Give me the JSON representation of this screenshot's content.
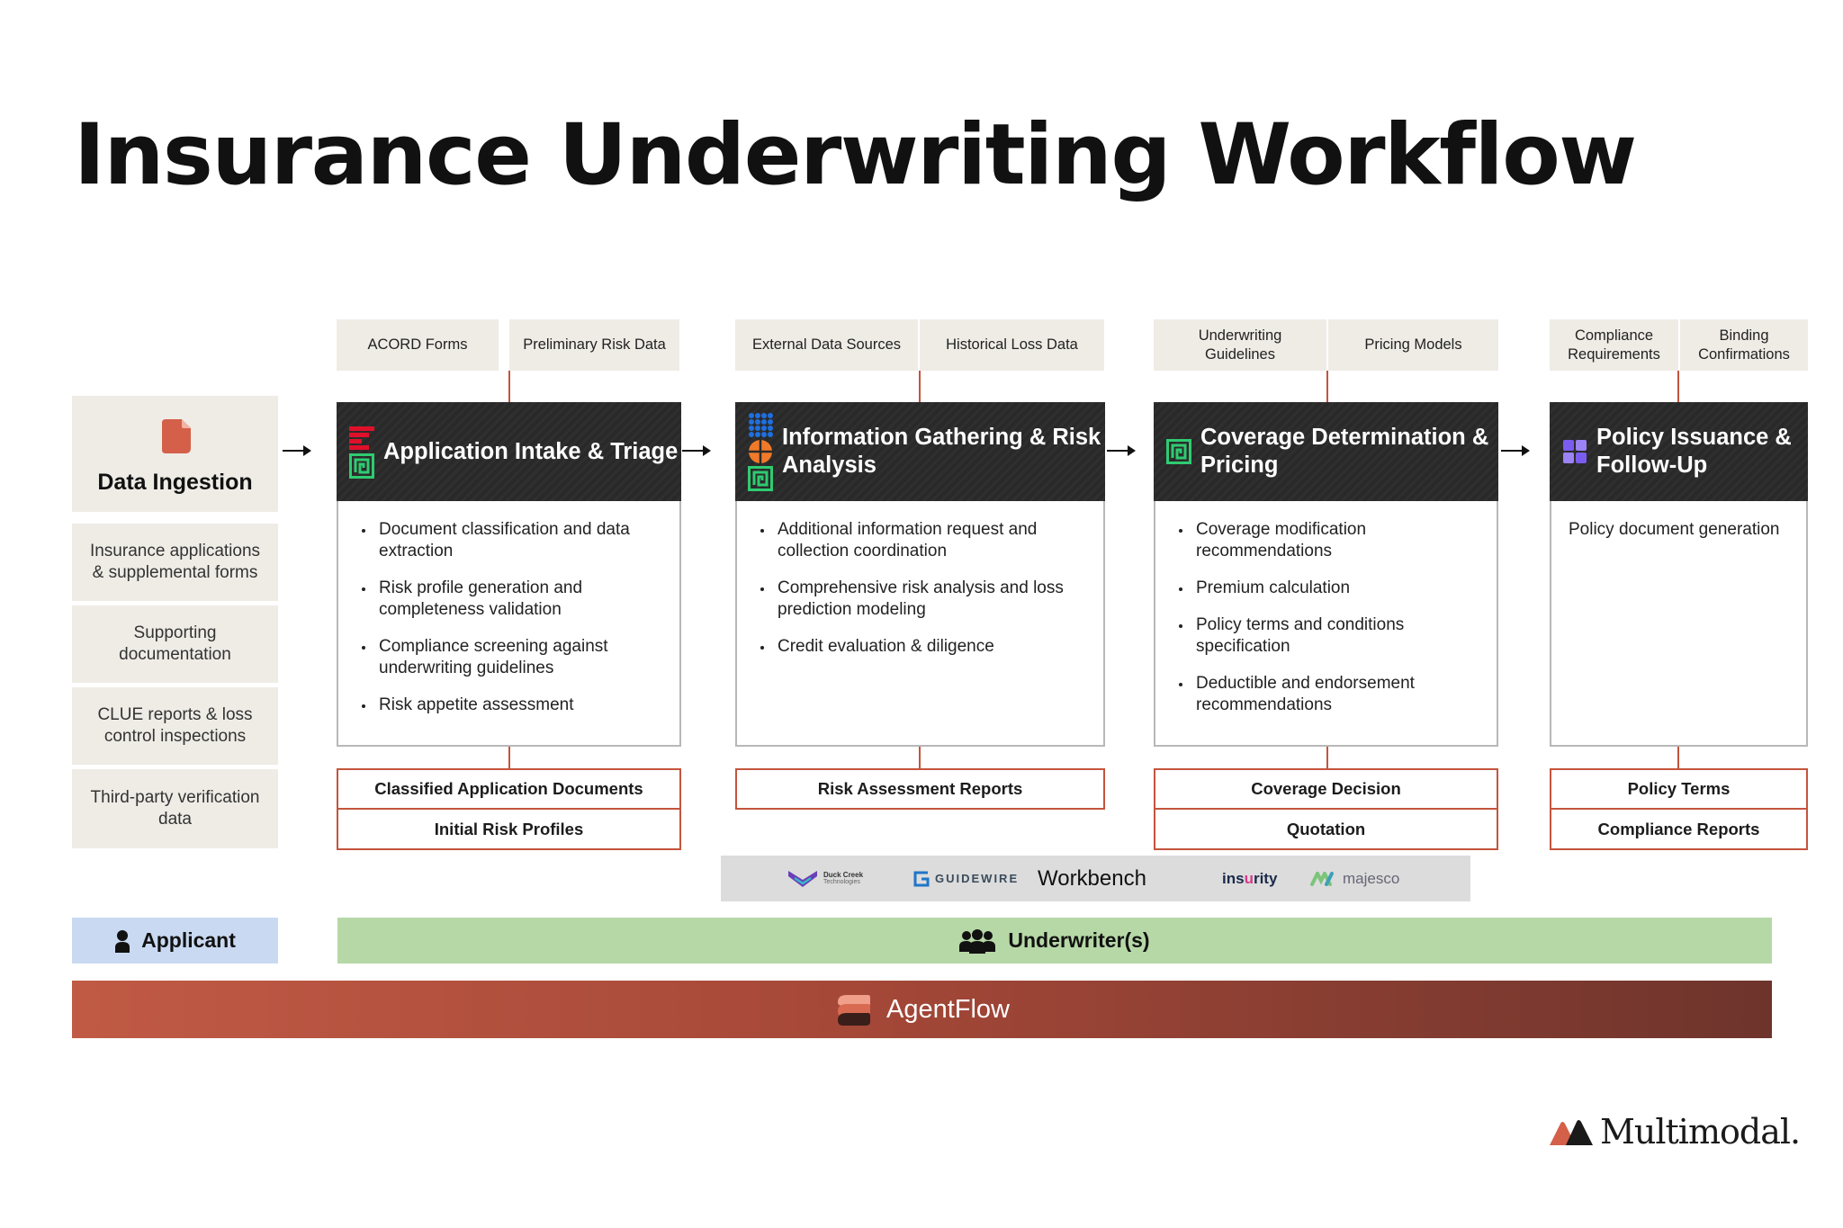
{
  "title": "Insurance Underwriting Workflow",
  "data_ingestion": {
    "title": "Data Ingestion",
    "items": [
      "Insurance applications & supplemental forms",
      "Supporting documentation",
      "CLUE reports & loss control inspections",
      "Third-party verification data"
    ]
  },
  "stages": [
    {
      "inputs": [
        "ACORD Forms",
        "Preliminary Risk Data"
      ],
      "title": "Application Intake & Triage",
      "bullets": [
        "Document classification and data extraction",
        "Risk profile generation and completeness validation",
        "Compliance screening against underwriting guidelines",
        "Risk appetite assessment"
      ],
      "outputs": [
        "Classified Application Documents",
        "Initial Risk Profiles"
      ]
    },
    {
      "inputs": [
        "External Data Sources",
        "Historical Loss Data"
      ],
      "title": "Information Gathering & Risk Analysis",
      "bullets": [
        "Additional information request and collection coordination",
        "Comprehensive risk analysis and loss prediction modeling",
        "Credit evaluation & diligence"
      ],
      "outputs": [
        "Risk Assessment Reports"
      ]
    },
    {
      "inputs": [
        "Underwriting Guidelines",
        "Pricing Models"
      ],
      "title": "Coverage Determination & Pricing",
      "bullets": [
        "Coverage modification recommendations",
        "Premium calculation",
        "Policy terms and conditions specification",
        "Deductible and endorsement recommendations"
      ],
      "outputs": [
        "Coverage Decision",
        "Quotation"
      ]
    },
    {
      "inputs": [
        "Compliance Requirements",
        "Binding Confirmations"
      ],
      "title": "Policy Issuance & Follow-Up",
      "text": "Policy document generation",
      "outputs": [
        "Policy Terms",
        "Compliance Reports"
      ]
    }
  ],
  "vendors": {
    "duck_creek": "Duck Creek",
    "duck_creek_sub": "Technologies",
    "guidewire": "GUIDEWIRE",
    "workbench": "Workbench",
    "insurity_a": "ins",
    "insurity_b": "u",
    "insurity_c": "rity",
    "majesco": "majesco"
  },
  "roles": {
    "applicant": "Applicant",
    "underwriters": "Underwriter(s)"
  },
  "agentflow": "AgentFlow",
  "brand": "Multimodal.",
  "colors": {
    "accent": "#c4543d",
    "tag_bg": "#efece6",
    "stage_header_bg": "#2a2a2a",
    "applicant_bg": "#c9d9f2",
    "underwriter_bg": "#b6d8a6"
  },
  "icons": {
    "data_ingestion": "document-icon",
    "applicant": "person-icon",
    "underwriters": "group-icon",
    "agentflow": "agentflow-logo-icon"
  }
}
